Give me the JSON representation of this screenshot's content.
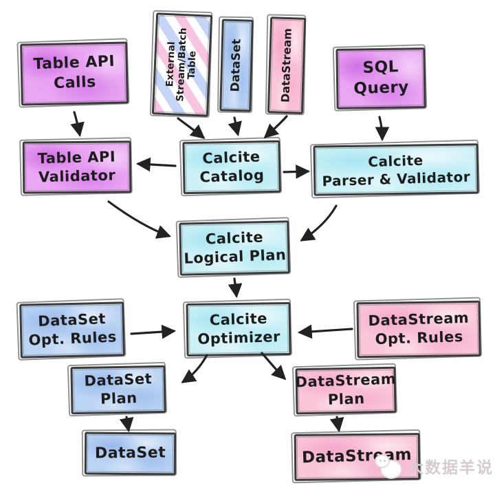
{
  "diagram": {
    "nodes": {
      "table_api_calls": {
        "label": "Table API\nCalls"
      },
      "external_table": {
        "label": "External\nStream/Batch\nTable"
      },
      "dataset_source": {
        "label": "DataSet"
      },
      "datastream_source": {
        "label": "DataStream"
      },
      "sql_query": {
        "label": "SQL\nQuery"
      },
      "table_api_validator": {
        "label": "Table API\nValidator"
      },
      "calcite_catalog": {
        "label": "Calcite\nCatalog"
      },
      "calcite_parser_validator": {
        "label": "Calcite\nParser & Validator"
      },
      "calcite_logical_plan": {
        "label": "Calcite\nLogical Plan"
      },
      "dataset_opt_rules": {
        "label": "DataSet\nOpt. Rules"
      },
      "calcite_optimizer": {
        "label": "Calcite\nOptimizer"
      },
      "datastream_opt_rules": {
        "label": "DataStream\nOpt. Rules"
      },
      "dataset_plan": {
        "label": "DataSet\nPlan"
      },
      "dataset_sink": {
        "label": "DataSet"
      },
      "datastream_plan": {
        "label": "DataStream\nPlan"
      },
      "datastream_sink": {
        "label": "DataStream"
      }
    },
    "edges": [
      {
        "from": "table_api_calls",
        "to": "table_api_validator"
      },
      {
        "from": "external_table",
        "to": "calcite_catalog"
      },
      {
        "from": "dataset_source",
        "to": "calcite_catalog"
      },
      {
        "from": "datastream_source",
        "to": "calcite_catalog"
      },
      {
        "from": "sql_query",
        "to": "calcite_parser_validator"
      },
      {
        "from": "calcite_catalog",
        "to": "table_api_validator"
      },
      {
        "from": "calcite_catalog",
        "to": "calcite_parser_validator"
      },
      {
        "from": "table_api_validator",
        "to": "calcite_logical_plan"
      },
      {
        "from": "calcite_parser_validator",
        "to": "calcite_logical_plan"
      },
      {
        "from": "calcite_logical_plan",
        "to": "calcite_optimizer"
      },
      {
        "from": "dataset_opt_rules",
        "to": "calcite_optimizer"
      },
      {
        "from": "datastream_opt_rules",
        "to": "calcite_optimizer"
      },
      {
        "from": "calcite_optimizer",
        "to": "dataset_plan"
      },
      {
        "from": "calcite_optimizer",
        "to": "datastream_plan"
      },
      {
        "from": "dataset_plan",
        "to": "dataset_sink"
      },
      {
        "from": "datastream_plan",
        "to": "datastream_sink"
      }
    ],
    "palette": {
      "purple": "#e9a6f2",
      "cyan": "#cdf1f7",
      "blue": "#bcd4f3",
      "pink": "#f9c6da",
      "striped_base": "#ffffff",
      "ink": "#222222",
      "watermark_gray": "#d6cccc"
    },
    "watermark": {
      "text": "大数据羊说",
      "icon": "sheep-icon"
    }
  }
}
